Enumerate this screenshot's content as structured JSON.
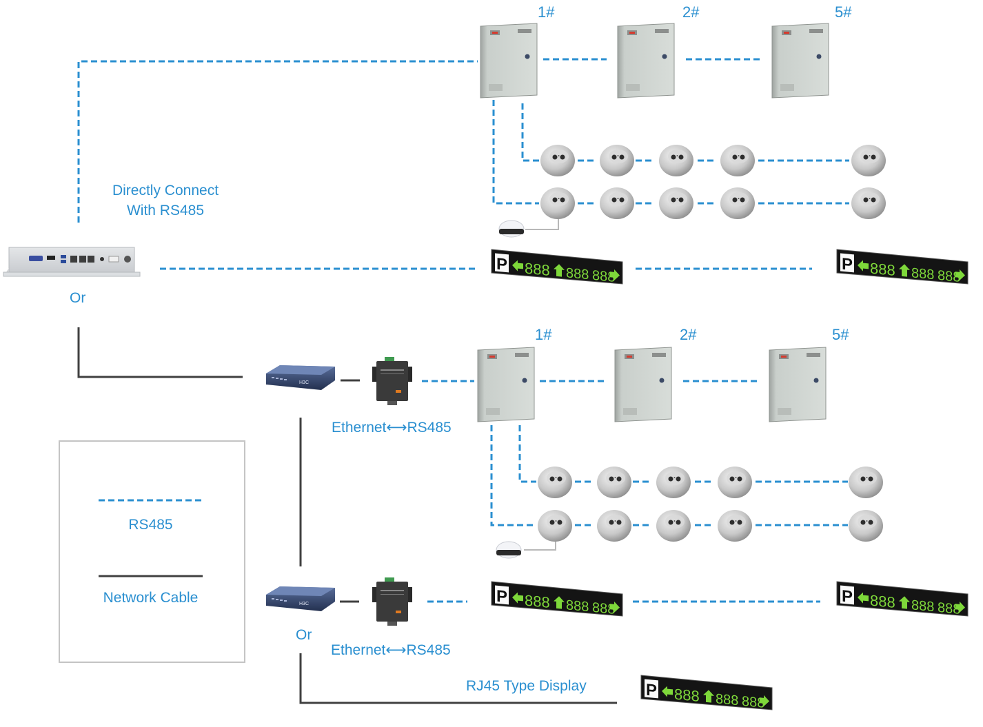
{
  "colors": {
    "rs485": "#2a8fd0",
    "network": "#404040",
    "label": "#2a8fd0",
    "legend_border": "#c4c4c4",
    "display_digits": "#7ed83a"
  },
  "labels": {
    "direct_connect_line1": "Directly Connect",
    "direct_connect_line2": "With RS485",
    "or_1": "Or",
    "or_2": "Or",
    "eth_rs485_1": "Ethernet⟷RS485",
    "eth_rs485_2": "Ethernet⟷RS485",
    "rj45_display": "RJ45 Type Display"
  },
  "controllers_top": [
    {
      "label": "1#"
    },
    {
      "label": "2#"
    },
    {
      "label": "5#"
    }
  ],
  "controllers_bottom": [
    {
      "label": "1#"
    },
    {
      "label": "2#"
    },
    {
      "label": "5#"
    }
  ],
  "display": {
    "p_label": "P",
    "digits": [
      "888",
      "888",
      "888"
    ]
  },
  "legend": {
    "rs485_label": "RS485",
    "network_label": "Network Cable"
  },
  "components": {
    "industrial_pc": "industrial-pc",
    "switch": "network-switch",
    "converter": "ethernet-rs485-converter",
    "controller": "zone-controller",
    "sensor": "ultrasonic-sensor",
    "indicator": "led-indicator",
    "display": "guidance-display"
  }
}
